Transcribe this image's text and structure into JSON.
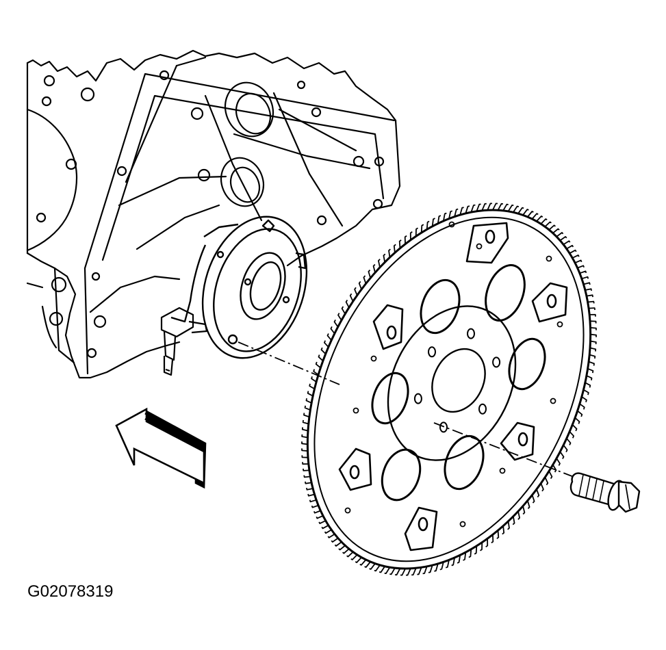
{
  "figure": {
    "id_label": "G02078319"
  },
  "colors": {
    "ink": "#000000",
    "paper": "#ffffff"
  },
  "parts": {
    "flexplate_teeth_count": 160,
    "flexplate_window_count": 6,
    "flexplate_crank_bolt_hole_count": 6
  }
}
